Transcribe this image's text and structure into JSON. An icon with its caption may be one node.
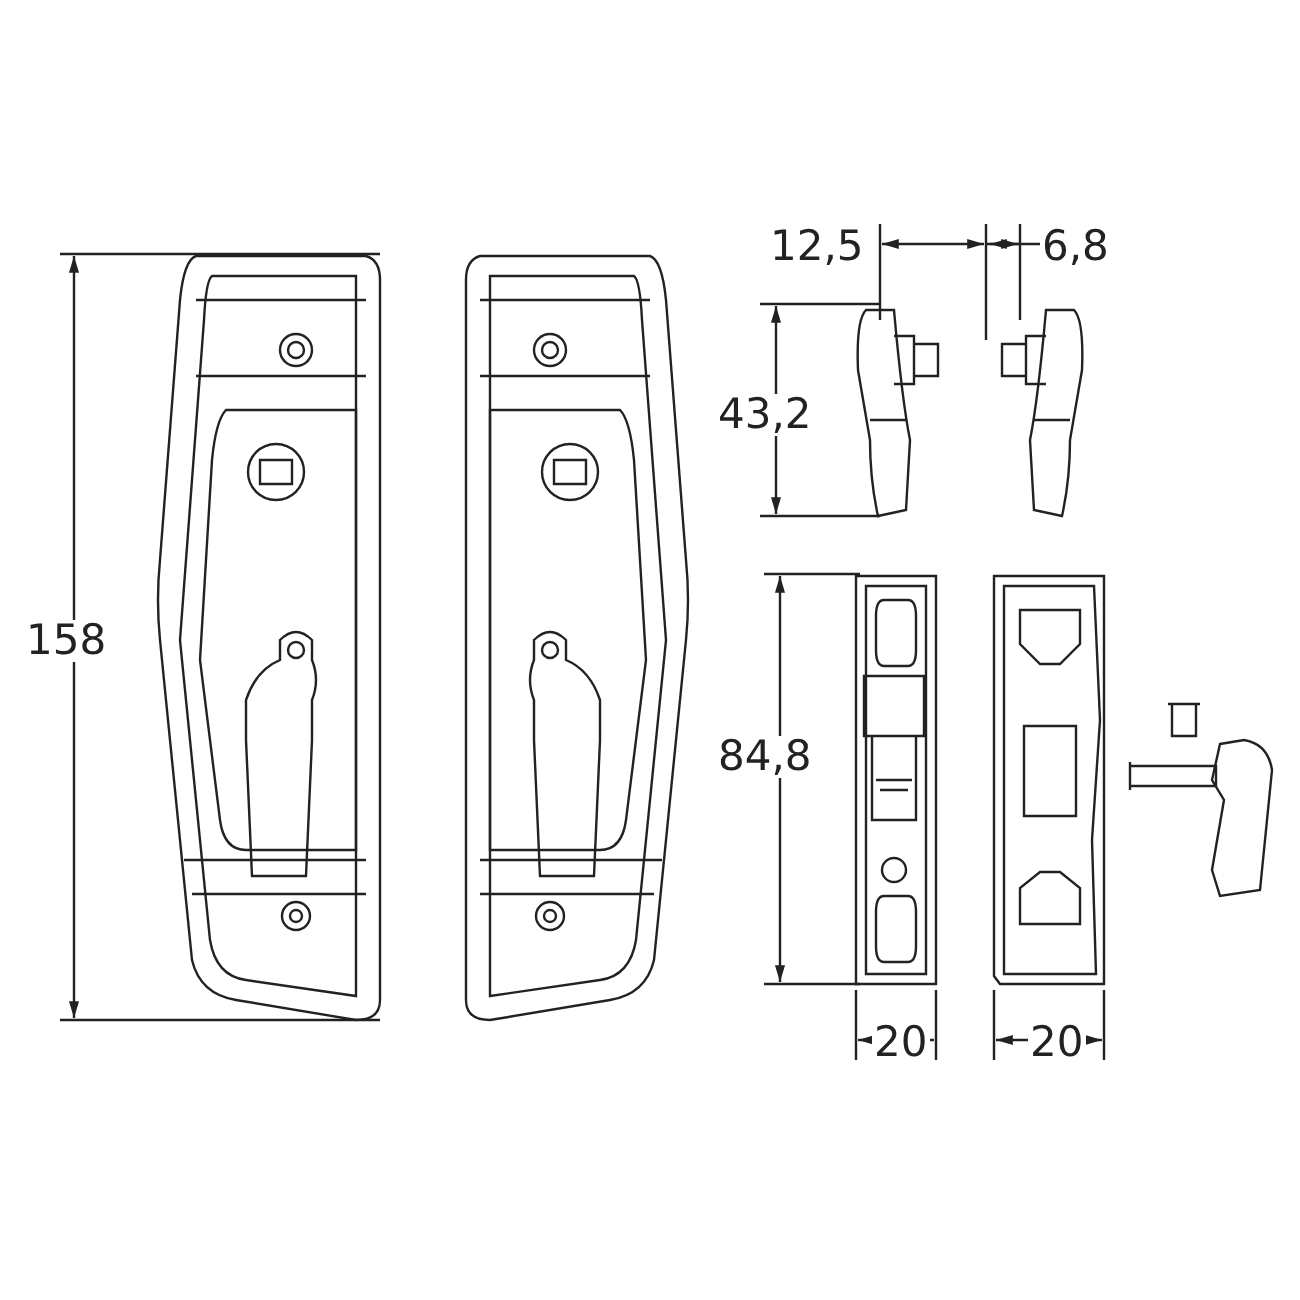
{
  "diagram": {
    "labels": [
      "12,5",
      "6,8",
      "43,2",
      "158",
      "84,8",
      "20",
      "20"
    ]
  }
}
